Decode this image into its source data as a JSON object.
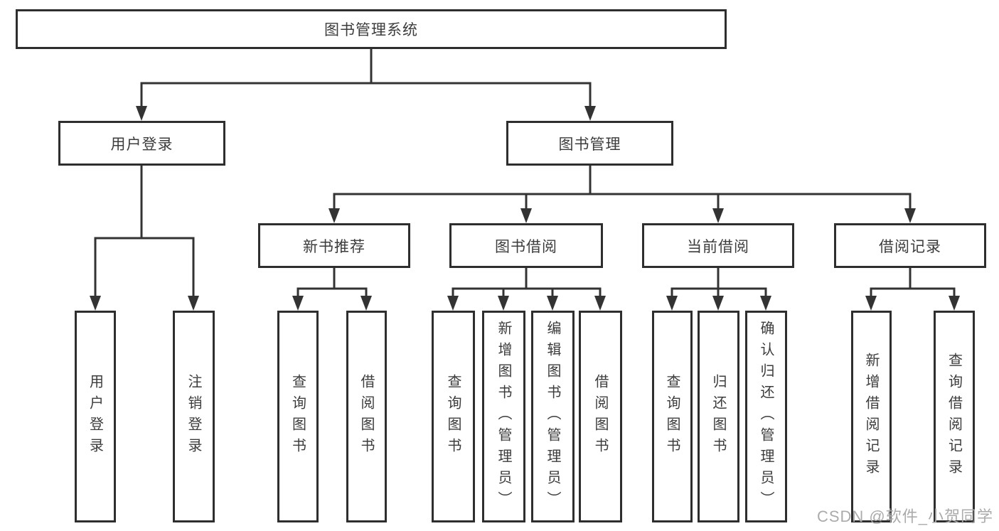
{
  "diagram": {
    "root": {
      "label": "图书管理系统",
      "children": [
        {
          "label": "用户登录",
          "children": [
            {
              "label": "用户登录"
            },
            {
              "label": "注销登录"
            }
          ]
        },
        {
          "label": "图书管理",
          "children": [
            {
              "label": "新书推荐",
              "children": [
                {
                  "label": "查询图书"
                },
                {
                  "label": "借阅图书"
                }
              ]
            },
            {
              "label": "图书借阅",
              "children": [
                {
                  "label": "查询图书"
                },
                {
                  "label": "新增图书（管理员）"
                },
                {
                  "label": "编辑图书（管理员）"
                },
                {
                  "label": "借阅图书"
                }
              ]
            },
            {
              "label": "当前借阅",
              "children": [
                {
                  "label": "查询图书"
                },
                {
                  "label": "归还图书"
                },
                {
                  "label": "确认归还（管理员）"
                }
              ]
            },
            {
              "label": "借阅记录",
              "children": [
                {
                  "label": "新增借阅记录"
                },
                {
                  "label": "查询借阅记录"
                }
              ]
            }
          ]
        }
      ]
    }
  },
  "watermark": {
    "text": "CSDN @软件_小贺同学"
  },
  "colors": {
    "line": "#333333",
    "box_border": "#2e2e2e",
    "text": "#3c3c3c",
    "watermark": "#ababab",
    "background": "#ffffff"
  }
}
